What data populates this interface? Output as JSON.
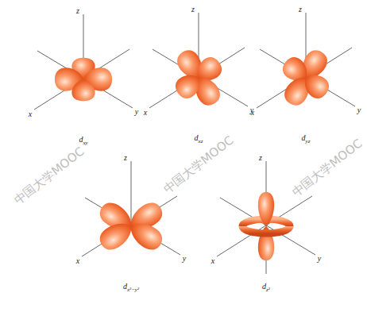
{
  "diagram": {
    "labels": [
      "z",
      "x",
      "y",
      "dxy",
      "z",
      "x",
      "y",
      "dxz",
      "z",
      "x",
      "y",
      "dyz",
      "z",
      "x",
      "y",
      "dx²−y²",
      "z",
      "x",
      "y",
      "dz²",
      "中国大学MOOC",
      "中国大学MOOC",
      "中国大学MOOC"
    ]
  }
}
